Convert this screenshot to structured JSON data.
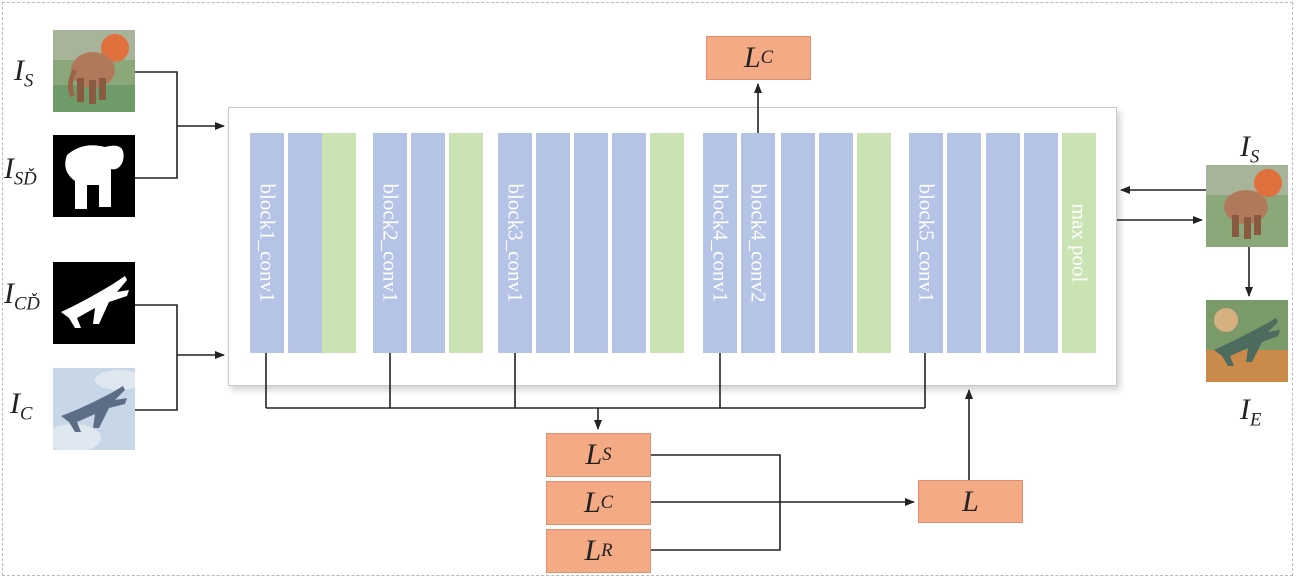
{
  "inputs": {
    "style": {
      "main": "I",
      "sub": "S"
    },
    "style_mask": {
      "main": "I",
      "sub": "SĎ"
    },
    "content_mask": {
      "main": "I",
      "sub": "CĎ"
    },
    "content": {
      "main": "I",
      "sub": "C"
    }
  },
  "network": {
    "layers": [
      {
        "label": "block1_conv1"
      },
      {
        "label": ""
      },
      {
        "label": ""
      },
      {
        "label": "block2_conv1"
      },
      {
        "label": ""
      },
      {
        "label": ""
      },
      {
        "label": "block3_conv1"
      },
      {
        "label": ""
      },
      {
        "label": ""
      },
      {
        "label": ""
      },
      {
        "label": ""
      },
      {
        "label": "block4_conv1"
      },
      {
        "label": "block4_conv2"
      },
      {
        "label": ""
      },
      {
        "label": ""
      },
      {
        "label": ""
      },
      {
        "label": "block5_conv1"
      },
      {
        "label": ""
      },
      {
        "label": ""
      },
      {
        "label": ""
      },
      {
        "label": "max pool"
      }
    ]
  },
  "losses": {
    "content_top": {
      "main": "L",
      "sub": "C"
    },
    "style": {
      "main": "L",
      "sub": "S"
    },
    "content": {
      "main": "L",
      "sub": "C"
    },
    "regularization": {
      "main": "L",
      "sub": "R"
    },
    "total": {
      "main": "L",
      "sub": ""
    }
  },
  "outputs": {
    "style": {
      "main": "I",
      "sub": "S"
    },
    "result": {
      "main": "I",
      "sub": "E"
    }
  },
  "colors": {
    "conv": "#b4c3e6",
    "pool": "#c9e3b3",
    "loss": "#f4aa84",
    "line": "#222222"
  }
}
